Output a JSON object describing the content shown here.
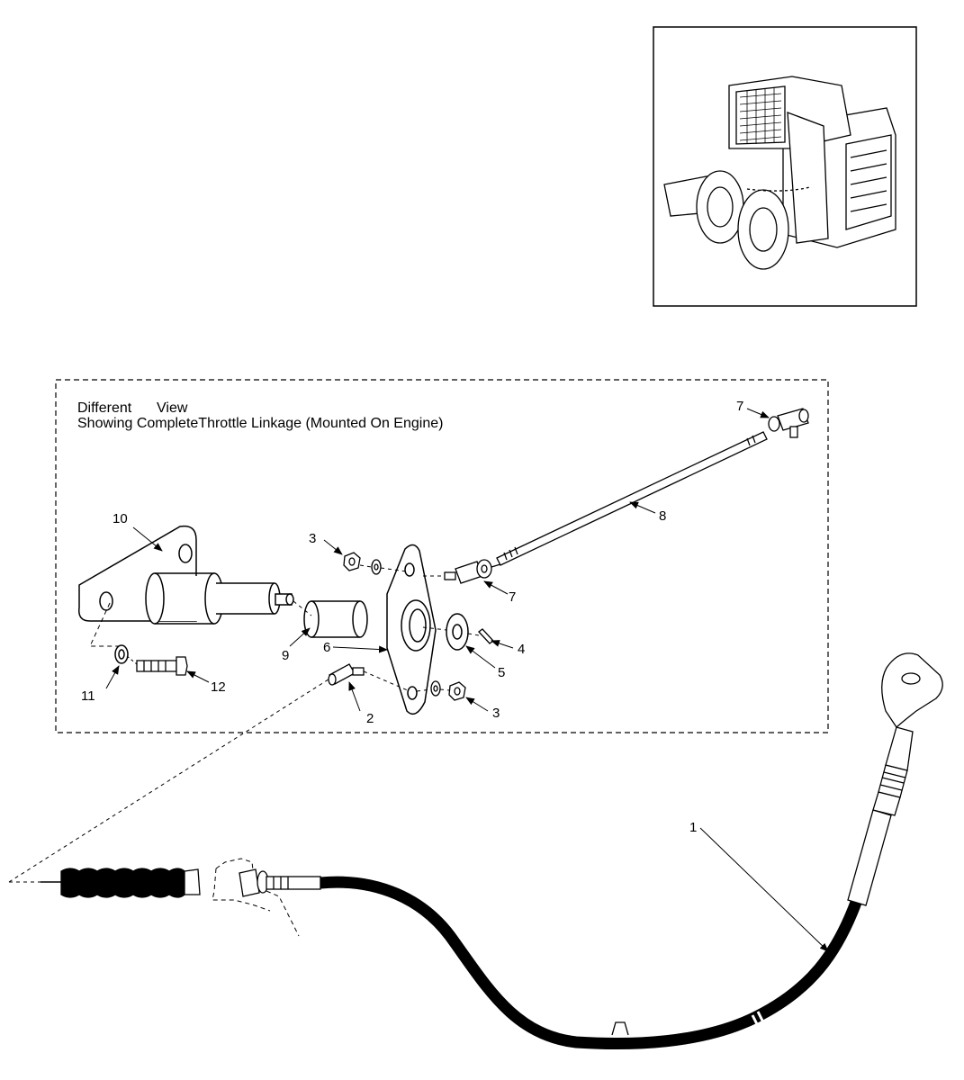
{
  "inset_caption": {
    "line1_word1": "Different",
    "line1_word2": "View",
    "line2": "Showing CompleteThrottle Linkage (Mounted On Engine)"
  },
  "callouts": {
    "p1": "1",
    "p2": "2",
    "p3a": "3",
    "p3b": "3",
    "p4": "4",
    "p5": "5",
    "p6": "6",
    "p7a": "7",
    "p7b": "7",
    "p8": "8",
    "p9": "9",
    "p10": "10",
    "p11": "11",
    "p12": "12"
  }
}
